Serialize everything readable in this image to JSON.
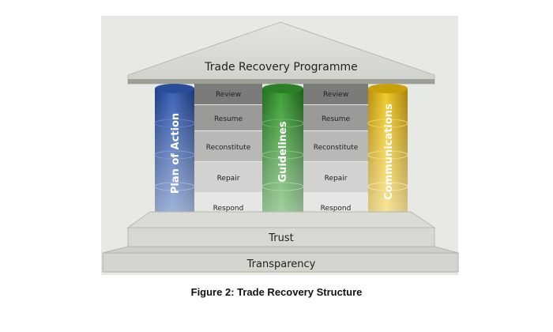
{
  "diagram": {
    "roof_title": "Trade Recovery Programme",
    "pillars": [
      {
        "label": "Plan of Action",
        "color": "#2a4f9e"
      },
      {
        "label": "Guidelines",
        "color": "#2f8a2a"
      },
      {
        "label": "Communications",
        "color": "#d4ad10"
      }
    ],
    "steps": [
      "Review",
      "Resume",
      "Reconstitute",
      "Repair",
      "Respond"
    ],
    "base_upper": "Trust",
    "base_lower": "Transparency"
  },
  "caption": "Figure 2:  Trade Recovery Structure"
}
